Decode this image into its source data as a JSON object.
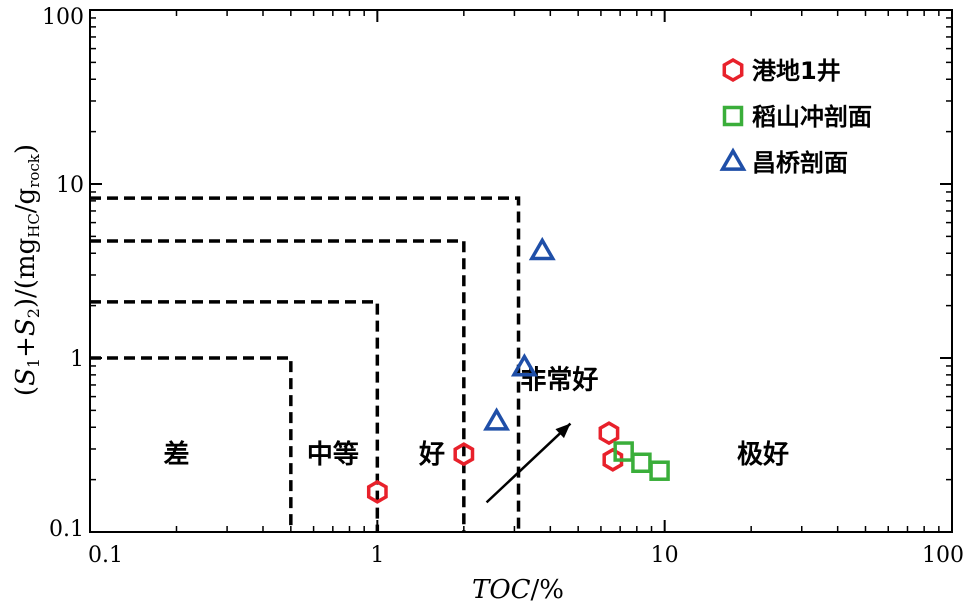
{
  "chart_data": {
    "type": "scatter",
    "x_scale": "log",
    "y_scale": "log",
    "xlim": [
      0.1,
      100
    ],
    "ylim": [
      0.1,
      100
    ],
    "x_ticks": [
      0.1,
      1,
      10,
      100
    ],
    "y_ticks": [
      0.1,
      1,
      10,
      100
    ],
    "x_tick_labels": [
      "0.1",
      "1",
      "10",
      "100"
    ],
    "y_tick_labels": [
      "0.1",
      "1",
      "10",
      "100"
    ],
    "xlabel": {
      "italic": "TOC",
      "rest": "/%"
    },
    "ylabel": {
      "open": "(",
      "s1": "S",
      "s1_sub": "1",
      "plus": "+",
      "s2": "S",
      "s2_sub": "2",
      "close": ")/(mg",
      "hc_sub": "HC",
      "slash_g": "/g",
      "rock_sub": "rock",
      "end": ")"
    },
    "grid": false,
    "legend_position": "top-right",
    "series": [
      {
        "name": "港地1井",
        "marker": "hexagon",
        "color": "#e8212b",
        "points": [
          [
            1.0,
            0.17
          ],
          [
            2.0,
            0.28
          ],
          [
            6.4,
            0.37
          ],
          [
            6.6,
            0.26
          ]
        ]
      },
      {
        "name": "稻山冲剖面",
        "marker": "square",
        "color": "#3aae3a",
        "points": [
          [
            7.2,
            0.29
          ],
          [
            8.3,
            0.25
          ],
          [
            9.6,
            0.225
          ]
        ]
      },
      {
        "name": "昌桥剖面",
        "marker": "triangle",
        "color": "#1f4fa8",
        "points": [
          [
            2.6,
            0.43
          ],
          [
            3.25,
            0.88
          ],
          [
            3.75,
            4.1
          ]
        ]
      }
    ],
    "classification_boundaries": [
      {
        "x": 0.5,
        "y": 1.0
      },
      {
        "x": 1.0,
        "y": 2.1
      },
      {
        "x": 2.0,
        "y": 4.7
      },
      {
        "x": 3.1,
        "y": 8.3
      }
    ],
    "zone_labels": [
      {
        "text": "差",
        "x": 0.2,
        "y": 0.28
      },
      {
        "text": "中等",
        "x": 0.7,
        "y": 0.28
      },
      {
        "text": "好",
        "x": 1.55,
        "y": 0.28
      },
      {
        "text": "非常好",
        "x": 4.3,
        "y": 0.75
      },
      {
        "text": "极好",
        "x": 22,
        "y": 0.28
      }
    ],
    "arrow": {
      "from": [
        2.4,
        0.148
      ],
      "to": [
        4.7,
        0.42
      ]
    }
  }
}
